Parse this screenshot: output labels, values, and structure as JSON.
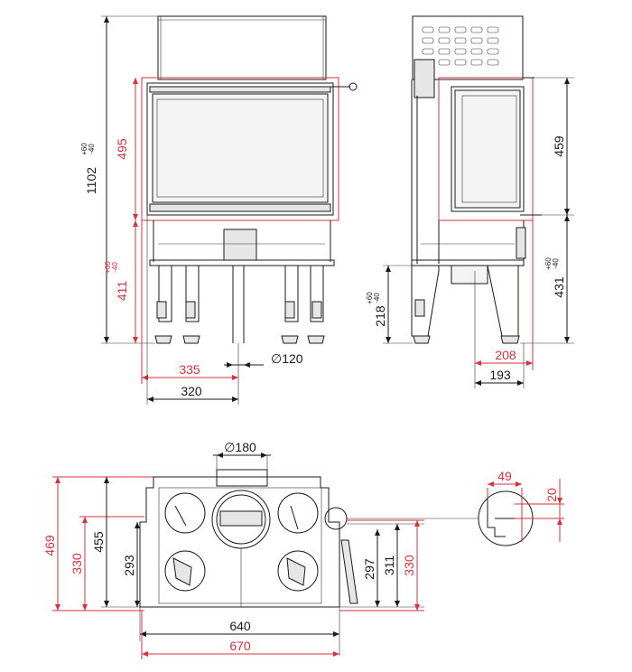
{
  "colors": {
    "red": "#d8323c",
    "black": "#1a1a1a"
  },
  "dimensions": {
    "front": {
      "total_height": "1102",
      "total_height_tol_plus": "+60",
      "total_height_tol_minus": "-40",
      "glass_height": "495",
      "base_height": "411",
      "base_height_tol_plus": "+60",
      "base_height_tol_minus": "-40",
      "offset_red": "335",
      "offset_black": "320",
      "flue_diameter": "∅120"
    },
    "side": {
      "glass_height": "459",
      "base_height": "431",
      "base_height_tol_plus": "+60",
      "base_height_tol_minus": "-40",
      "leg_height": "218",
      "leg_height_tol_plus": "+60",
      "leg_height_tol_minus": "-40",
      "depth_red": "208",
      "depth_black": "193"
    },
    "top": {
      "flue_diameter": "∅180",
      "depth_red_total": "469",
      "depth_red_inner": "330",
      "depth_black_total": "455",
      "depth_black_inner": "293",
      "right_black_1": "297",
      "right_black_2": "311",
      "right_red": "330",
      "width_black": "640",
      "width_red": "670"
    },
    "detail": {
      "width": "49",
      "height": "20"
    }
  }
}
